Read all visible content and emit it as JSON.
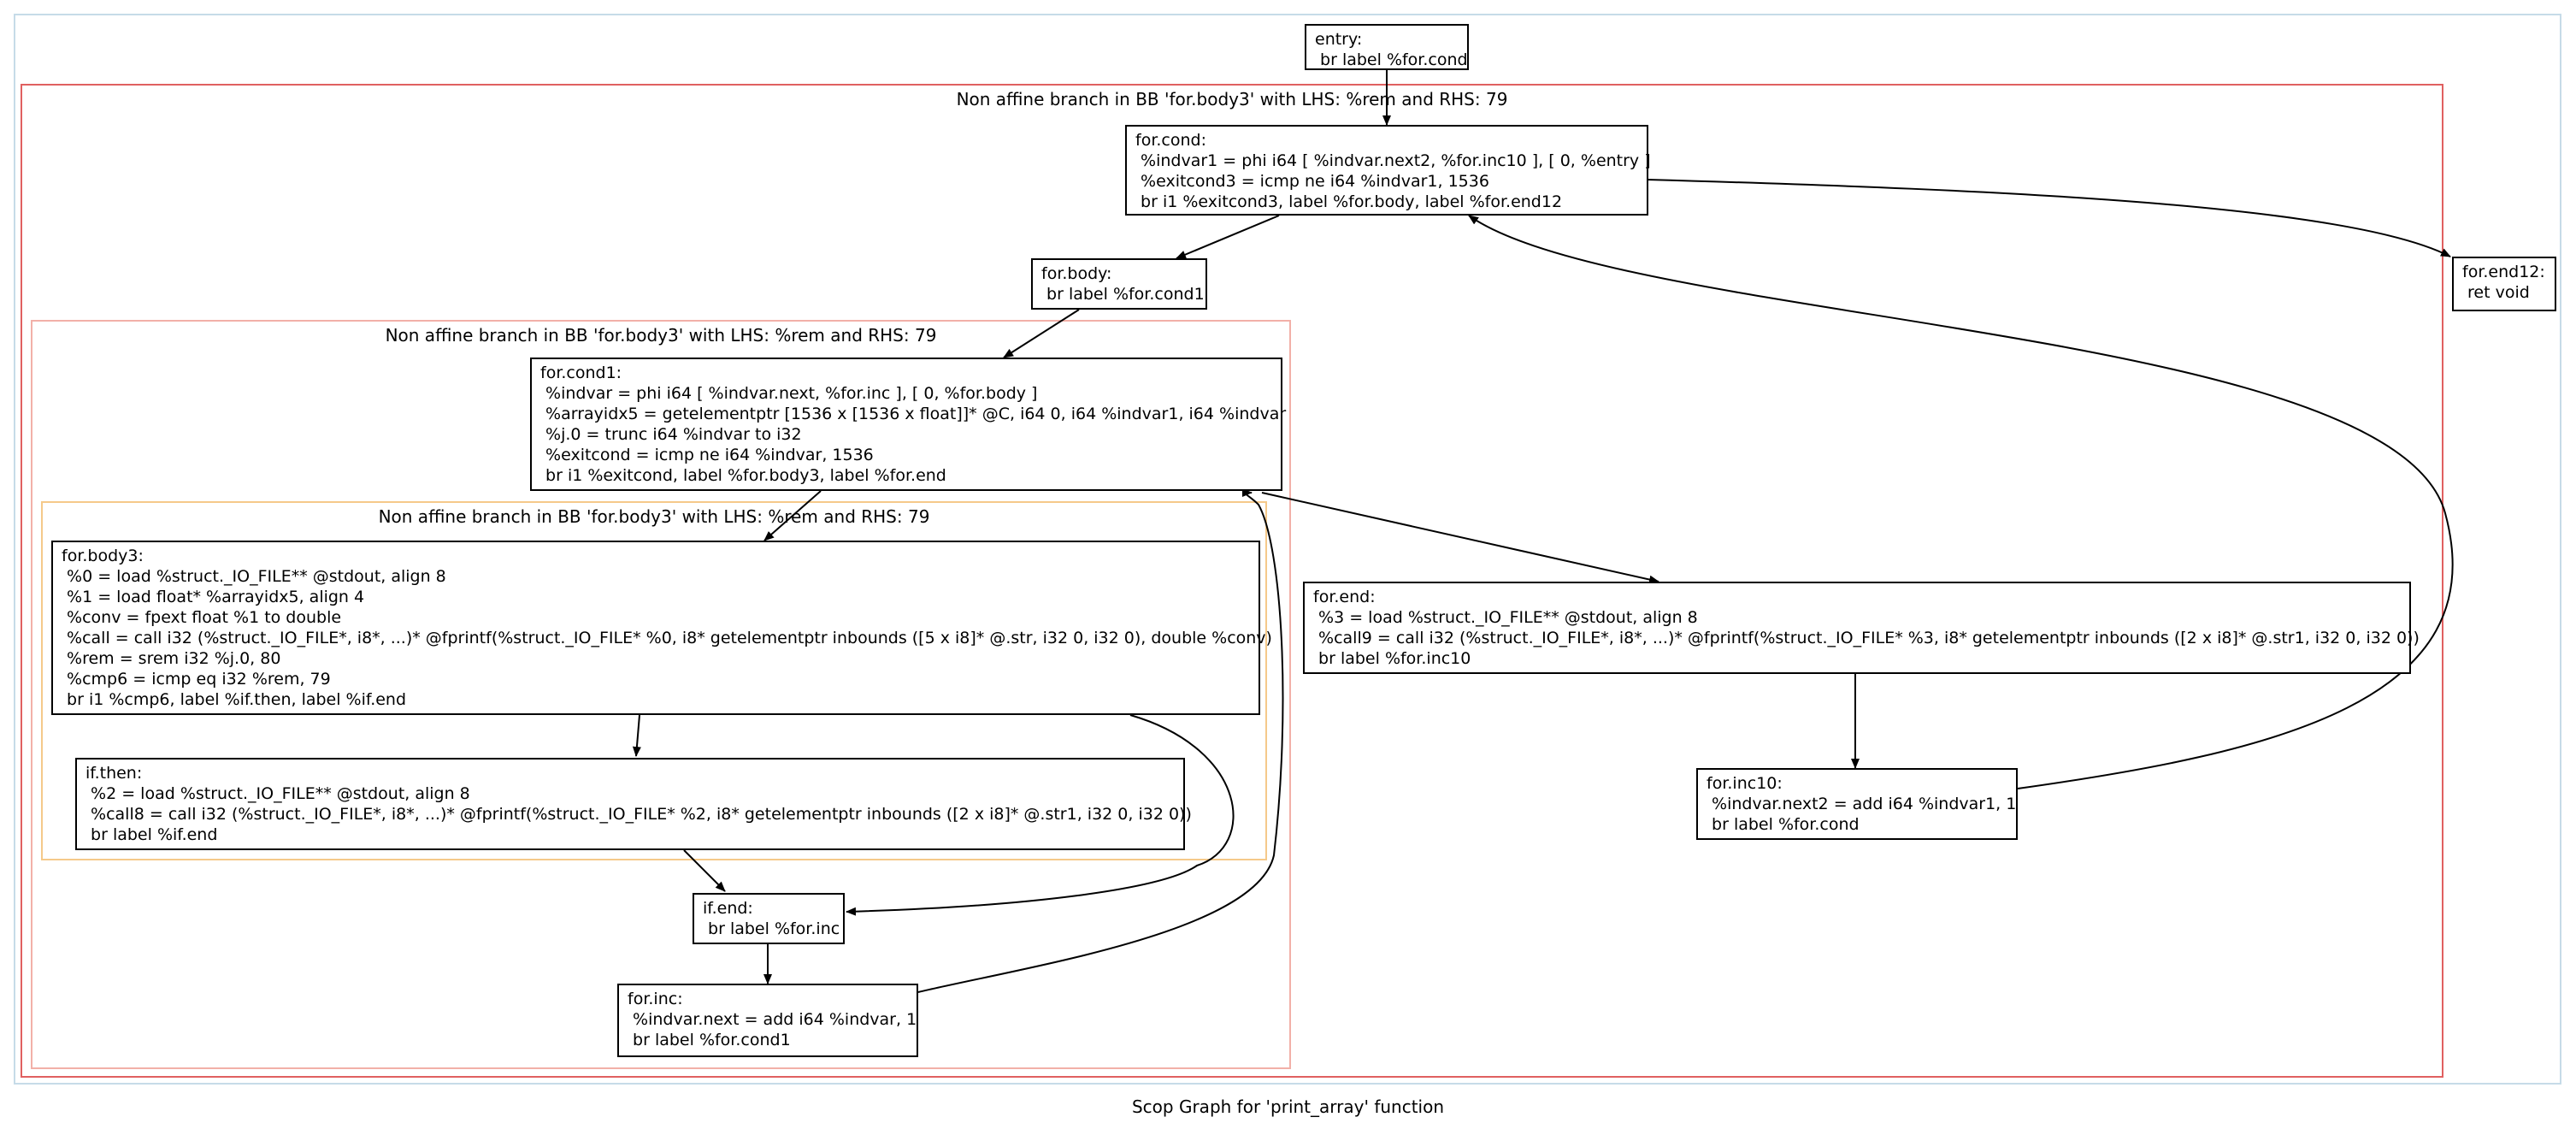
{
  "clusters": {
    "outer": {},
    "red": {
      "label": "Non affine branch in BB 'for.body3' with LHS: %rem and RHS: 79"
    },
    "pink": {
      "label": "Non affine branch in BB 'for.body3' with LHS: %rem and RHS: 79"
    },
    "orange": {
      "label": "Non affine branch in BB 'for.body3' with LHS: %rem and RHS: 79"
    }
  },
  "nodes": {
    "entry": {
      "title": "entry:",
      "lines": [
        " br label %for.cond"
      ]
    },
    "for_cond": {
      "title": "for.cond:",
      "lines": [
        " %indvar1 = phi i64 [ %indvar.next2, %for.inc10 ], [ 0, %entry ]",
        " %exitcond3 = icmp ne i64 %indvar1, 1536",
        " br i1 %exitcond3, label %for.body, label %for.end12"
      ]
    },
    "for_end12": {
      "title": "for.end12:",
      "lines": [
        " ret void"
      ]
    },
    "for_body": {
      "title": "for.body:",
      "lines": [
        " br label %for.cond1"
      ]
    },
    "for_cond1": {
      "title": "for.cond1:",
      "lines": [
        " %indvar = phi i64 [ %indvar.next, %for.inc ], [ 0, %for.body ]",
        " %arrayidx5 = getelementptr [1536 x [1536 x float]]* @C, i64 0, i64 %indvar1, i64 %indvar",
        " %j.0 = trunc i64 %indvar to i32",
        " %exitcond = icmp ne i64 %indvar, 1536",
        " br i1 %exitcond, label %for.body3, label %for.end"
      ]
    },
    "for_body3": {
      "title": "for.body3:",
      "lines": [
        " %0 = load %struct._IO_FILE** @stdout, align 8",
        " %1 = load float* %arrayidx5, align 4",
        " %conv = fpext float %1 to double",
        " %call = call i32 (%struct._IO_FILE*, i8*, ...)* @fprintf(%struct._IO_FILE* %0, i8* getelementptr inbounds ([5 x i8]* @.str, i32 0, i32 0), double %conv)",
        " %rem = srem i32 %j.0, 80",
        " %cmp6 = icmp eq i32 %rem, 79",
        " br i1 %cmp6, label %if.then, label %if.end"
      ]
    },
    "if_then": {
      "title": "if.then:",
      "lines": [
        " %2 = load %struct._IO_FILE** @stdout, align 8",
        " %call8 = call i32 (%struct._IO_FILE*, i8*, ...)* @fprintf(%struct._IO_FILE* %2, i8* getelementptr inbounds ([2 x i8]* @.str1, i32 0, i32 0))",
        " br label %if.end"
      ]
    },
    "if_end": {
      "title": "if.end:",
      "lines": [
        " br label %for.inc"
      ]
    },
    "for_inc": {
      "title": "for.inc:",
      "lines": [
        " %indvar.next = add i64 %indvar, 1",
        " br label %for.cond1"
      ]
    },
    "for_end": {
      "title": "for.end:",
      "lines": [
        " %3 = load %struct._IO_FILE** @stdout, align 8",
        " %call9 = call i32 (%struct._IO_FILE*, i8*, ...)* @fprintf(%struct._IO_FILE* %3, i8* getelementptr inbounds ([2 x i8]* @.str1, i32 0, i32 0))",
        " br label %for.inc10"
      ]
    },
    "for_inc10": {
      "title": "for.inc10:",
      "lines": [
        " %indvar.next2 = add i64 %indvar1, 1",
        " br label %for.cond"
      ]
    }
  },
  "caption": "Scop Graph for 'print_array' function",
  "colors": {
    "outer_cluster": "#c6dbe8",
    "red_cluster": "#e06060",
    "pink_cluster": "#f2b0a8",
    "orange_cluster": "#f5c98a",
    "edge": "#000000"
  }
}
